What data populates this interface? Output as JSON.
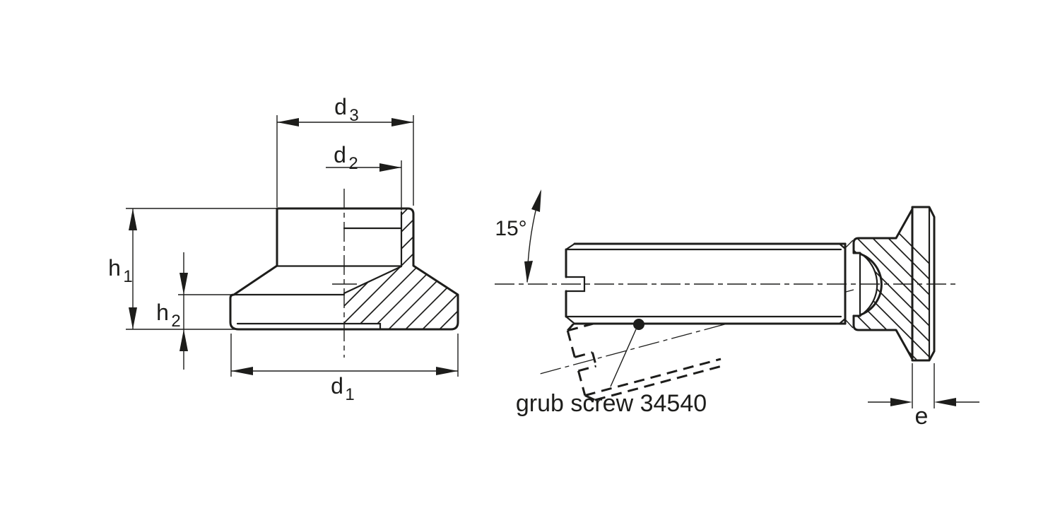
{
  "page": {
    "background": "#ffffff"
  },
  "drawing": {
    "stroke_color": "#1d1d1b",
    "labels": {
      "d1": {
        "base": "d",
        "sub": "1"
      },
      "d2": {
        "base": "d",
        "sub": "2"
      },
      "d3": {
        "base": "d",
        "sub": "3"
      },
      "h1": {
        "base": "h",
        "sub": "1"
      },
      "h2": {
        "base": "h",
        "sub": "2"
      },
      "e": "e",
      "angle": "15°",
      "leader": "grub screw 34540"
    }
  }
}
